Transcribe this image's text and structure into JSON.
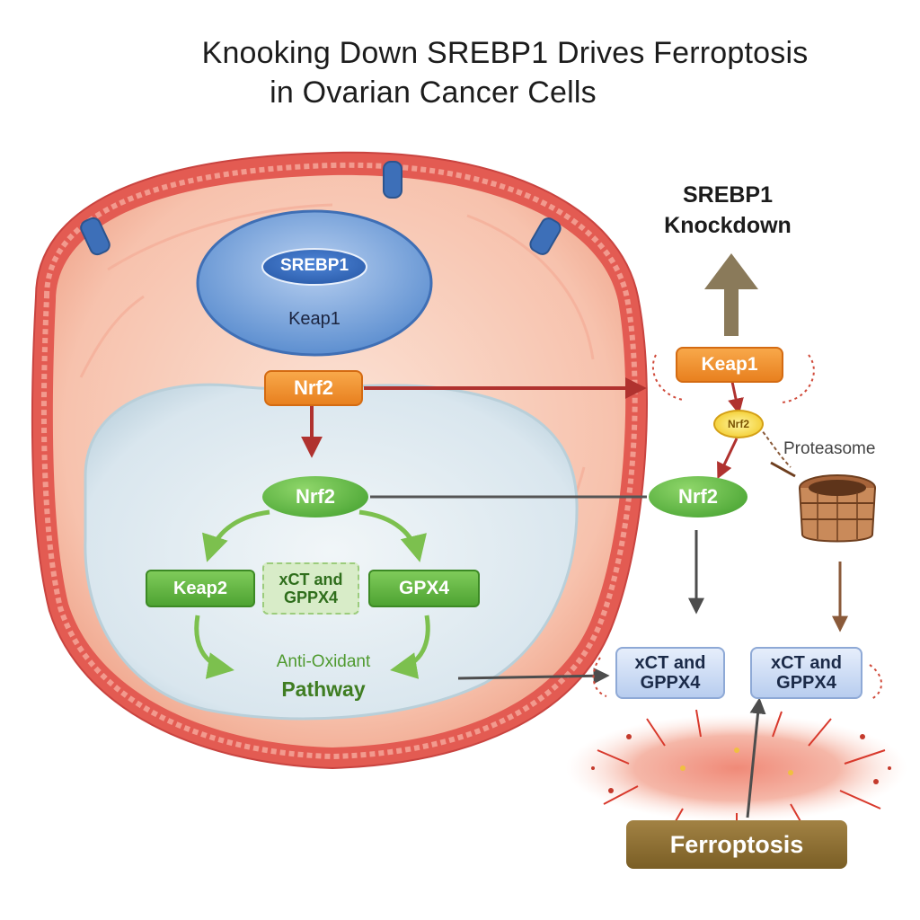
{
  "title": {
    "line1": "Knooking Down SREBP1 Drives Ferroptosis",
    "line2": "in Ovarian Cancer Cells"
  },
  "cell": {
    "srebp1": "SREBP1",
    "keap1_inner": "Keap1",
    "nrf2_cyto": "Nrf2",
    "nrf2_nucleus": "Nrf2",
    "keap2": "Keap2",
    "xct_gppx4_center": "xCT and GPPX4",
    "gpx4": "GPX4",
    "anti_oxidant": "Anti-Oxidant",
    "pathway": "Pathway"
  },
  "knockdown": {
    "heading_line1": "SREBP1",
    "heading_line2": "Knockdown",
    "keap1": "Keap1",
    "nrf2_small": "Nrf2",
    "proteasome": "Proteasome",
    "nrf2": "Nrf2",
    "xct_box1_line1": "xCT and",
    "xct_box1_line2": "GPPX4",
    "xct_box2_line1": "xCT and",
    "xct_box2_line2": "GPPX4",
    "ferroptosis": "Ferroptosis"
  },
  "colors": {
    "membrane": "#e0564f",
    "cytoplasm": "#f7c7b4",
    "nucleus": "#dfeaf0",
    "receptor": "#3d6fb8",
    "orange": "#e8801f",
    "green": "#4ea332",
    "arrow_red": "#b0322f",
    "arrow_gray": "#555555",
    "arrow_brown": "#8a5a3a",
    "ferroptosis_bg": "#8a6a2e"
  }
}
